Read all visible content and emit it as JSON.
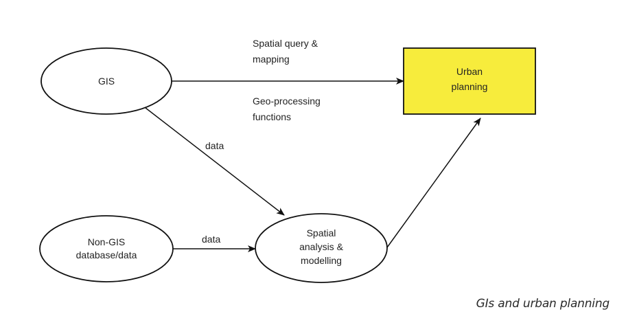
{
  "nodes": {
    "gis": {
      "lines": [
        "GIS"
      ]
    },
    "non_gis": {
      "lines": [
        "Non-GIS",
        "database/data"
      ]
    },
    "spatial_analysis": {
      "lines": [
        "Spatial",
        "analysis &",
        "modelling"
      ]
    },
    "urban_planning": {
      "lines": [
        "Urban",
        "planning"
      ]
    }
  },
  "edges": {
    "gis_to_urban_top": {
      "lines": [
        "Spatial query &",
        "mapping"
      ]
    },
    "gis_to_urban_bottom": {
      "lines": [
        "Geo-processing",
        "functions"
      ]
    },
    "gis_to_spatial": {
      "label": "data"
    },
    "nongis_to_spatial": {
      "label": "data"
    }
  },
  "colors": {
    "urban_planning_fill": "#f7ec3c",
    "stroke": "#111111"
  },
  "caption": "GIs and urban planning"
}
